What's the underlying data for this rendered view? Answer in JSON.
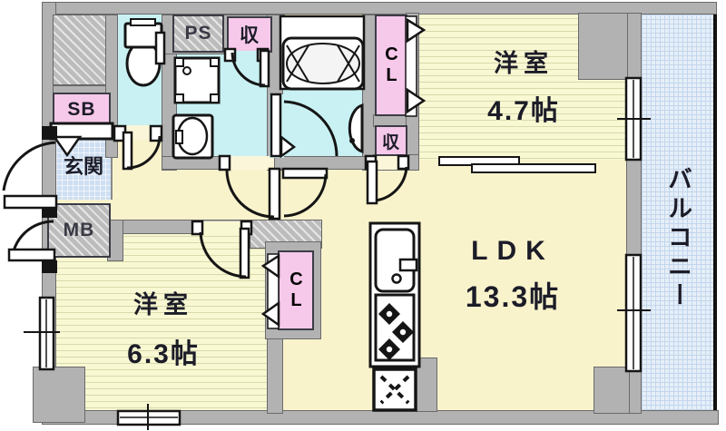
{
  "rooms": {
    "western_room_1": {
      "name": "洋室",
      "size": "4.7帖"
    },
    "western_room_2": {
      "name": "洋室",
      "size": "6.3帖"
    },
    "ldk": {
      "name": "LDK",
      "size": "13.3帖"
    },
    "balcony": {
      "name": "バルコニー"
    },
    "entrance": {
      "name": "玄関"
    }
  },
  "labels": {
    "ps": "PS",
    "sb": "SB",
    "mb": "MB",
    "storage_top": "収",
    "storage_mid": "収",
    "closet_main": "CL",
    "closet_second": "CL"
  },
  "colors": {
    "wall": "#b2b2b2",
    "striped_room_floor": "#f8f8d3",
    "ldk_floor": "#f9f3cc",
    "wet_room_floor": "#c9f1f3",
    "closet_pink": "#f6c8ea",
    "balcony_floor": "#e6eff9",
    "entrance_floor": "#cfdff2",
    "line": "#151515"
  }
}
